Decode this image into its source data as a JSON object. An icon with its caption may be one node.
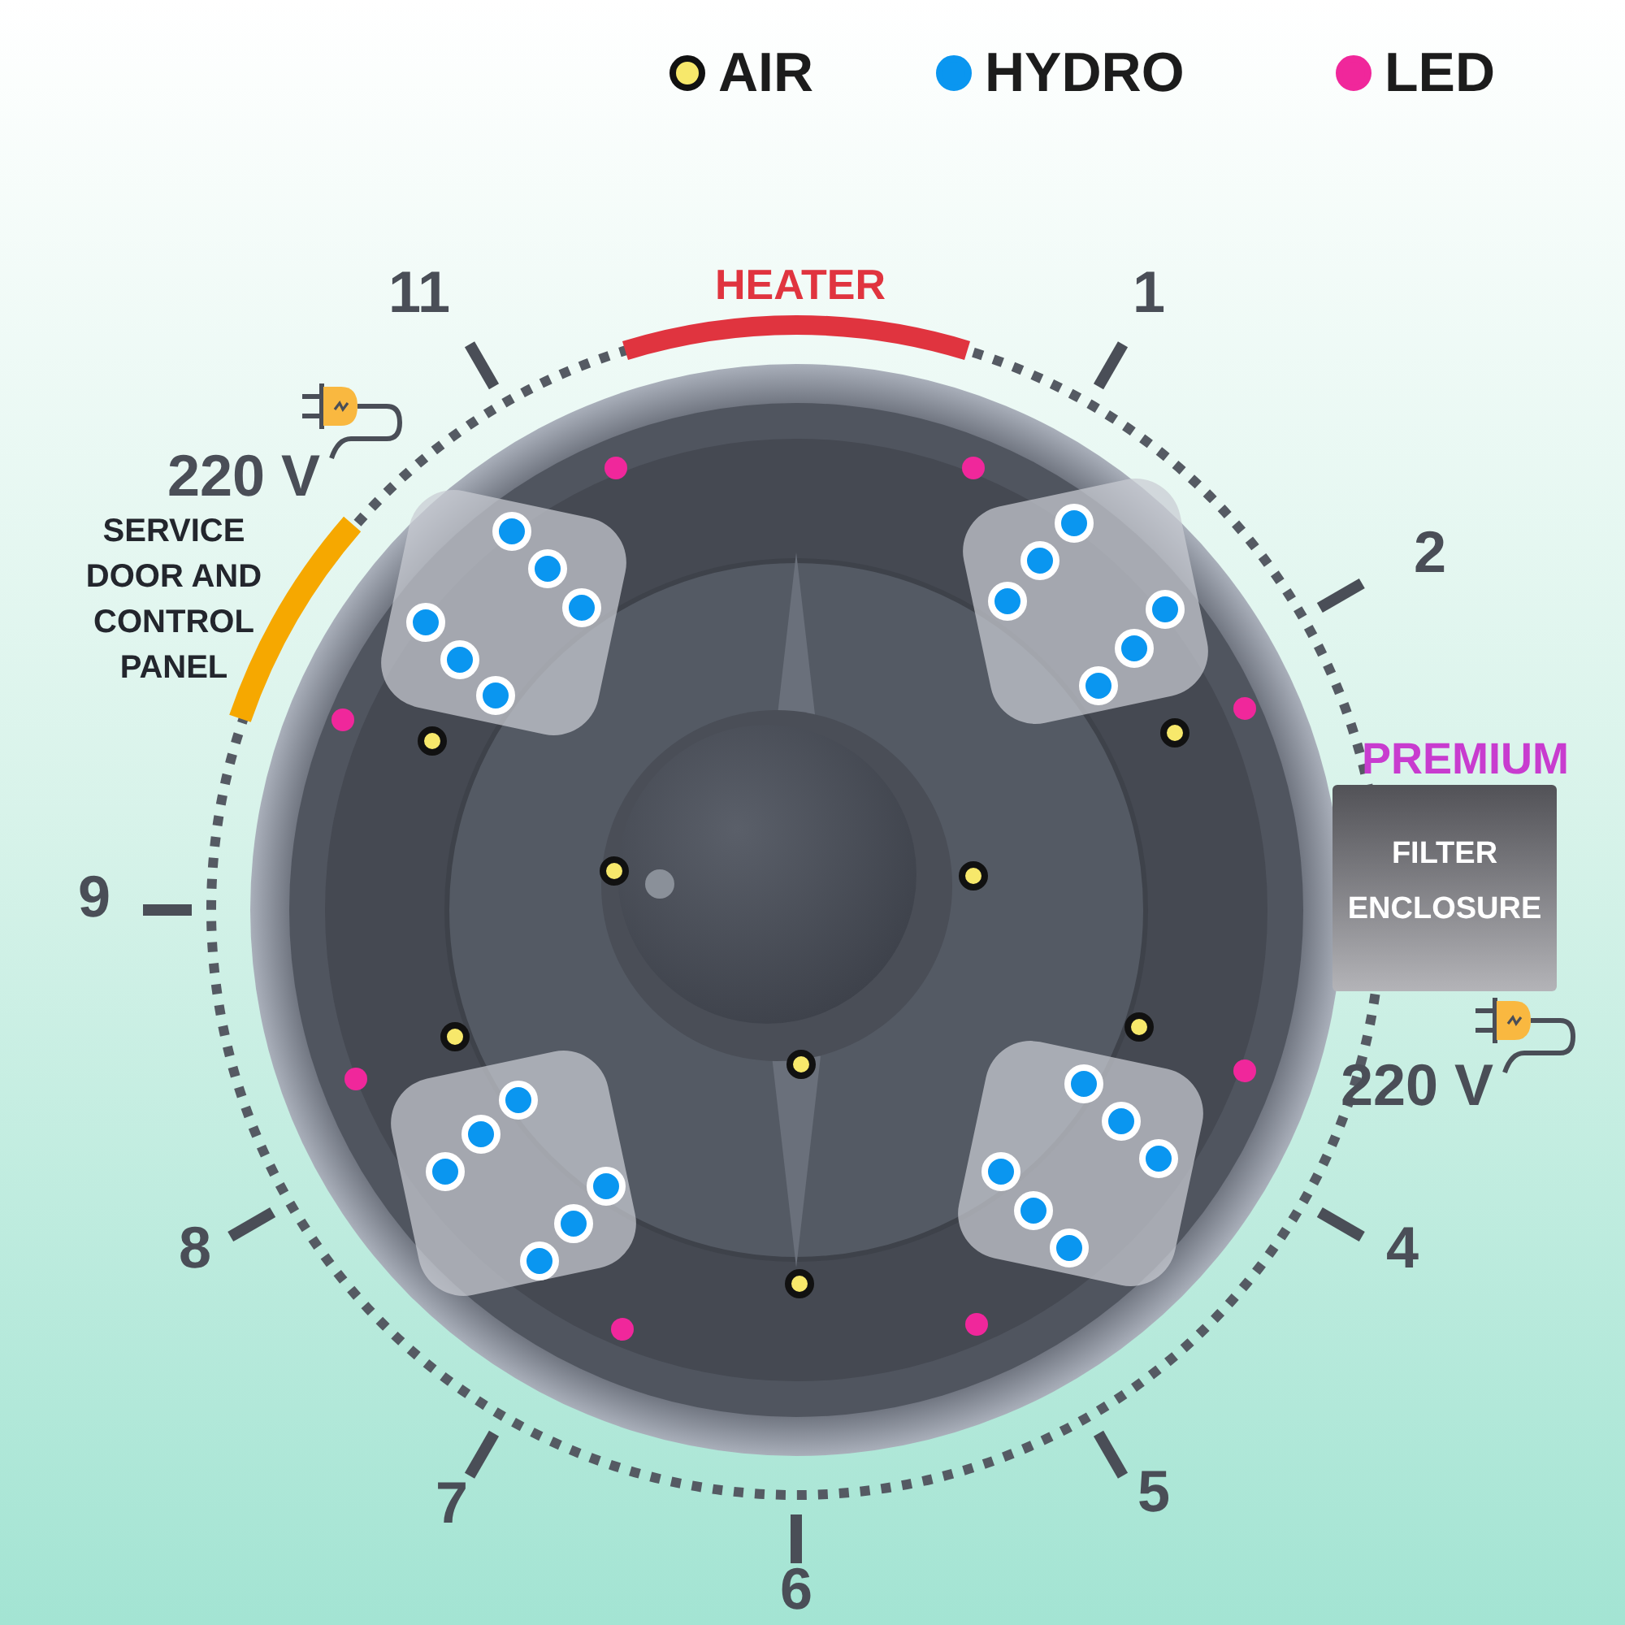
{
  "diagram": {
    "nodes": [
      {
        "text": [
          "HEATER"
        ]
      },
      {
        "text": [
          "SERVICE DOOR AND CONTROL PANEL"
        ]
      },
      {
        "text": [
          "PREMIUM",
          "FILTER ENCLOSURE"
        ]
      }
    ],
    "labels": [
      "11",
      "1",
      "220 V",
      "2",
      "9",
      "220 V",
      "8",
      "4",
      "7",
      "5",
      "6"
    ],
    "legend": [
      {
        "text": "AIR",
        "color": "#f7e86b"
      },
      {
        "text": "HYDRO",
        "color": "#0a96f0"
      },
      {
        "text": "LED",
        "color": "#f0279b"
      }
    ]
  }
}
